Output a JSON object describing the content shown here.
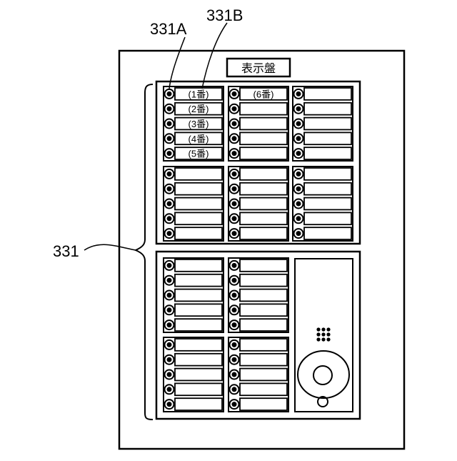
{
  "callouts": {
    "panel": "331",
    "lamp": "331A",
    "plate": "331B"
  },
  "display_board": {
    "title": "表示盤",
    "upper_sections": [
      {
        "slots": [
          "(1番)",
          "(2番)",
          "(3番)",
          "(4番)",
          "(5番)"
        ]
      },
      {
        "slots": [
          "(6番)",
          "",
          "",
          "",
          ""
        ]
      },
      {
        "slots": [
          "",
          "",
          "",
          "",
          ""
        ]
      },
      {
        "slots": [
          "",
          "",
          "",
          "",
          ""
        ]
      },
      {
        "slots": [
          "",
          "",
          "",
          "",
          ""
        ]
      },
      {
        "slots": [
          "",
          "",
          "",
          "",
          ""
        ]
      }
    ],
    "lower_sections": [
      {
        "slots": [
          "",
          "",
          "",
          "",
          ""
        ]
      },
      {
        "slots": [
          "",
          "",
          "",
          "",
          ""
        ]
      },
      {
        "slots": [
          "",
          "",
          "",
          "",
          ""
        ]
      },
      {
        "slots": [
          "",
          "",
          "",
          "",
          ""
        ]
      }
    ],
    "intercom": {
      "speaker_holes": 9,
      "has_camera": true,
      "has_call_button": true
    }
  }
}
